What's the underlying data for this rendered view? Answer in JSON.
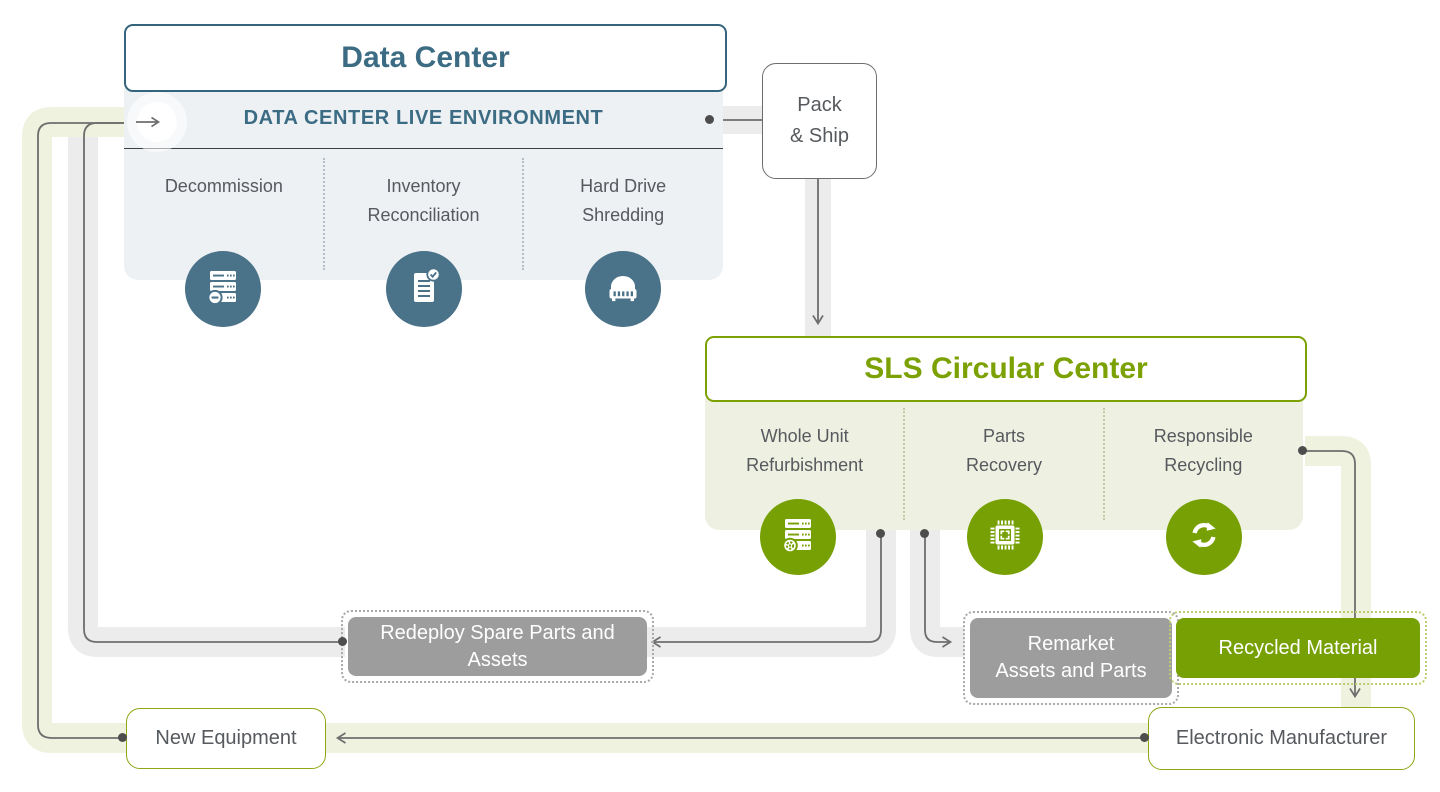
{
  "data_center": {
    "title": "Data Center",
    "environment_label": "DATA CENTER LIVE ENVIRONMENT",
    "processes": [
      {
        "label": "Decommission",
        "icon": "server-decommission-icon"
      },
      {
        "label": "Inventory\nReconciliation",
        "icon": "document-check-icon"
      },
      {
        "label": "Hard Drive\nShredding",
        "icon": "shredder-icon"
      }
    ]
  },
  "pack_ship": {
    "label": "Pack\n& Ship"
  },
  "sls_center": {
    "title": "SLS Circular Center",
    "processes": [
      {
        "label": "Whole Unit\nRefurbishment",
        "icon": "server-gear-icon"
      },
      {
        "label": "Parts\nRecovery",
        "icon": "chip-icon"
      },
      {
        "label": "Responsible\nRecycling",
        "icon": "recycle-arrows-icon"
      }
    ]
  },
  "outputs": {
    "redeploy": "Redeploy Spare Parts and Assets",
    "remarket": "Remarket\nAssets and Parts",
    "recycled": "Recycled Material"
  },
  "endpoints": {
    "new_equipment": "New Equipment",
    "electronic_manufacturer": "Electronic Manufacturer"
  },
  "colors": {
    "teal_accent": "#3c6c84",
    "teal_circle": "#4a7289",
    "green_accent": "#7ba104",
    "green_circle": "#77a005",
    "panel_blue": "#edf1f4",
    "panel_green": "#eef0e1",
    "track_gray": "#ececec",
    "track_green": "#f0f2e0",
    "connector_line": "#6e6e6e",
    "gray_box": "#9d9d9d",
    "label_text": "#565a5e"
  }
}
